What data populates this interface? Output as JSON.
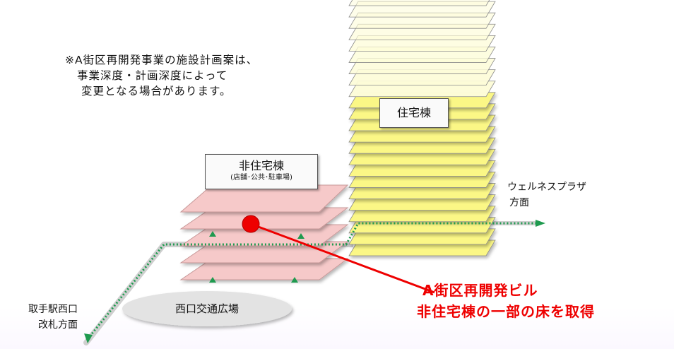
{
  "note": {
    "line1": "※A街区再開発事業の施設計画案は、",
    "line2": "事業深度・計画深度によって",
    "line3": "変更となる場合があります。"
  },
  "residential_building": {
    "label": "住宅棟"
  },
  "nonresidential_building": {
    "label": "非住宅棟",
    "sublabel": "(店舗･公共･駐車場)"
  },
  "directions": {
    "wellness_line1": "ウェルネスプラザ",
    "wellness_line2": "方面",
    "toride_line1": "取手駅西口",
    "toride_line2": "改札方面"
  },
  "plaza": {
    "label": "西口交通広場"
  },
  "callout": {
    "line1": "A街区再開発ビル",
    "line2": "非住宅棟の一部の床を取得"
  },
  "colors": {
    "residential_floor": "#fbf786",
    "residential_floor_upper": "#fdfcd8",
    "nonresidential_floor": "#f6c9c9",
    "path": "#1f9a4f",
    "callout": "#ee0000",
    "plaza": "#e3e3e3"
  }
}
